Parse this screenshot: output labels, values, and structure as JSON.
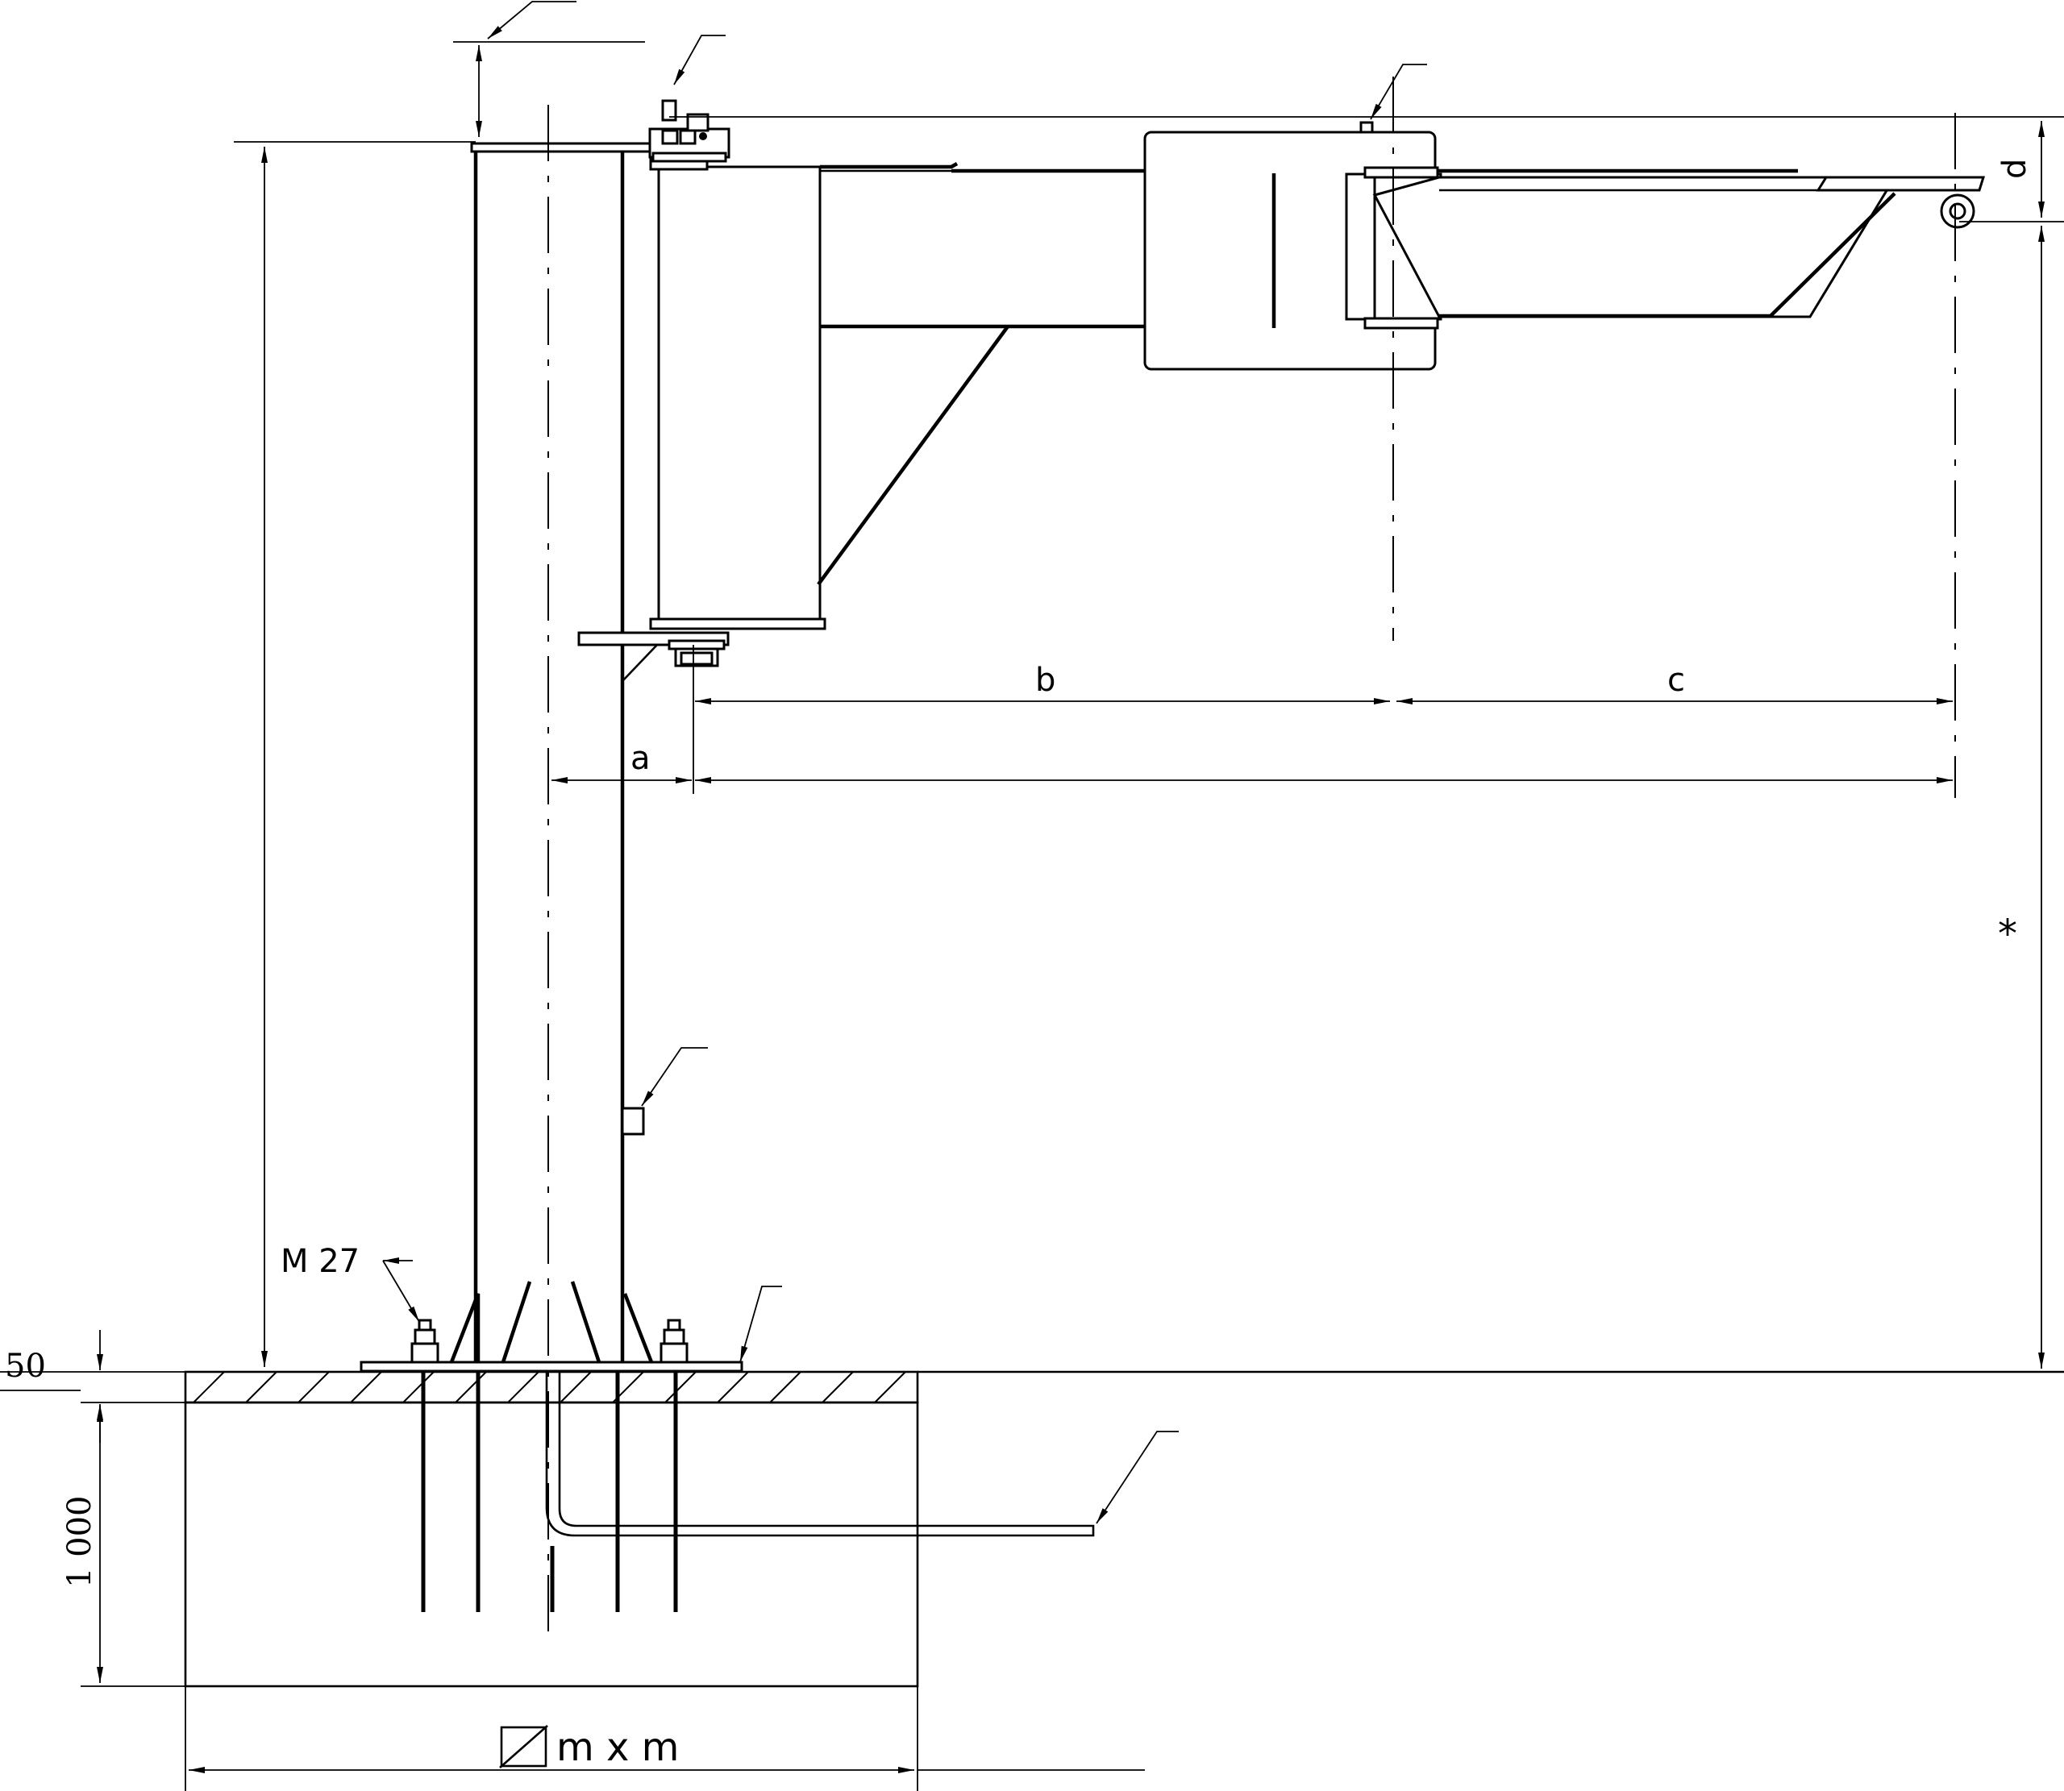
{
  "labels": {
    "a": "a",
    "b": "b",
    "c": "c",
    "d": "d",
    "star": "*",
    "bolt": "M 27",
    "base_thickness": "50",
    "foundation_depth": "1 000",
    "foundation_size": "m x m"
  }
}
